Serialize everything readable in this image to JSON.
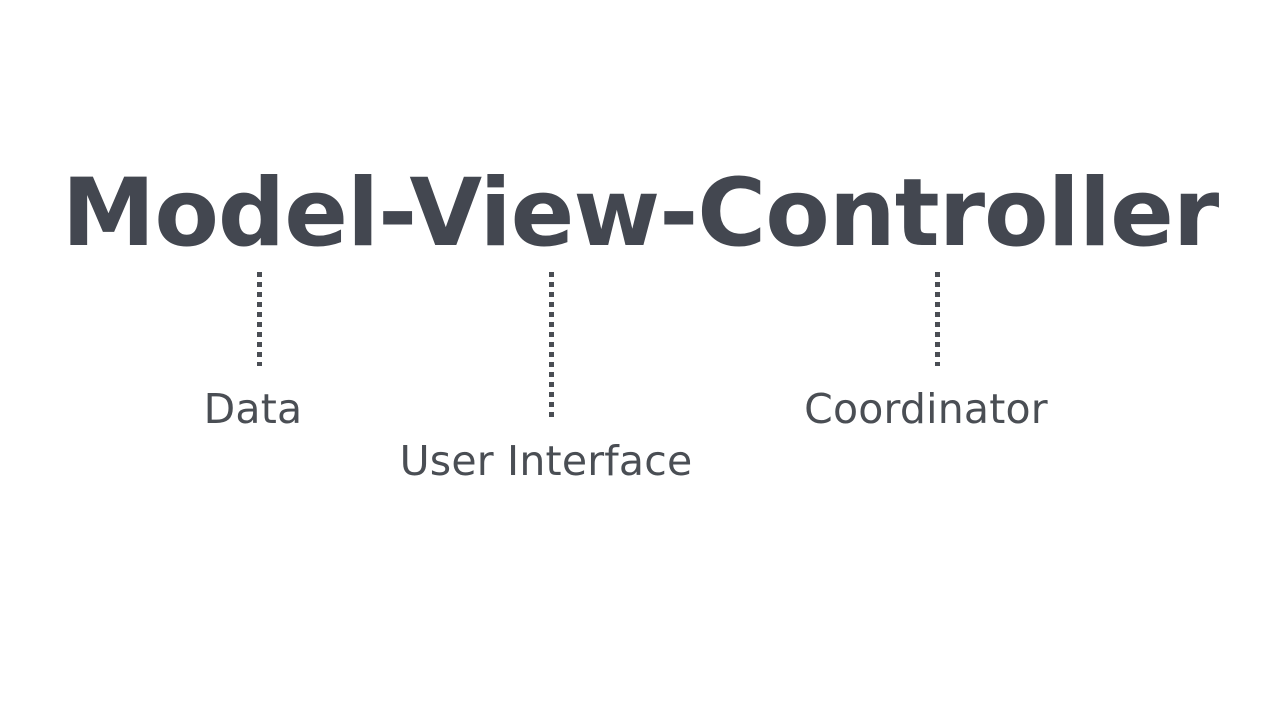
{
  "slide": {
    "background_color": "#ffffff",
    "title": "Model-View-Controller",
    "title_color": "#434750",
    "label_color": "#4a4e54",
    "connector_color": "#4a4e54"
  },
  "annotations": [
    {
      "term": "Model",
      "label": "Data",
      "connector": "dotted-vertical-line",
      "connector_length": "short"
    },
    {
      "term": "View",
      "label": "User Interface",
      "connector": "dotted-vertical-line",
      "connector_length": "long"
    },
    {
      "term": "Controller",
      "label": "Coordinator",
      "connector": "dotted-vertical-line",
      "connector_length": "short"
    }
  ]
}
